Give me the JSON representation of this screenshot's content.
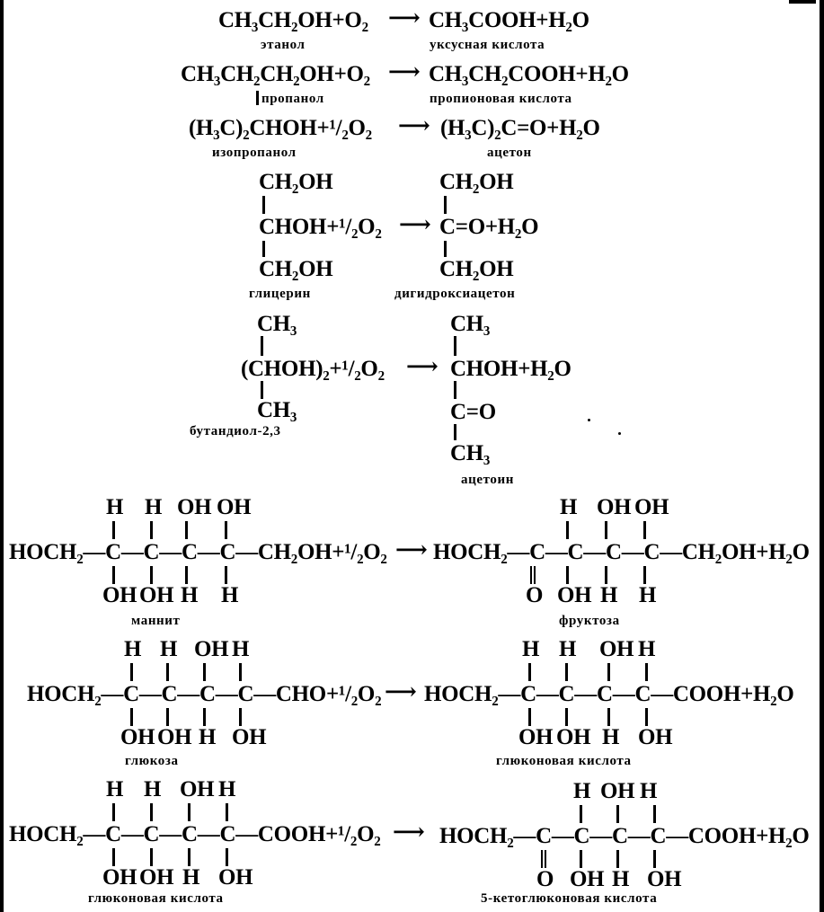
{
  "reactions": [
    {
      "lhs": "CH₃CH₂OH+O₂",
      "arrow": "⟶",
      "rhs": "CH₃COOH+H₂O",
      "lhs_name": "этанол",
      "rhs_name": "уксусная кислота"
    },
    {
      "lhs": "CH₃CH₂CH₂OH+O₂",
      "arrow": "⟶",
      "rhs": "CH₃CH₂COOH+H₂O",
      "lhs_name": "пропанол",
      "rhs_name": "пропионовая кислота"
    },
    {
      "lhs": "(H₃C)₂CHOH+¹/₂O₂",
      "arrow": "⟶",
      "rhs": "(H₃C)₂C=O+H₂O",
      "lhs_name": "изопропанол",
      "rhs_name": "ацетон"
    }
  ],
  "glycerol": {
    "top_left": "CH₂OH",
    "mid_left": "CHOH+¹/₂O₂",
    "bot_left": "CH₂OH",
    "arrow": "⟶",
    "top_right": "CH₂OH",
    "mid_right": "C=O+H₂O",
    "bot_right": "CH₂OH",
    "lhs_name": "глицерин",
    "rhs_name": "дигидроксиацетон"
  },
  "butanediol": {
    "top_left": "CH₃",
    "mid_left": "(CHOH)₂+¹/₂O₂",
    "bot_left": "CH₃",
    "arrow": "⟶",
    "r1": "CH₃",
    "r2": "CHOH+H₂O",
    "r3": "C=O",
    "r4": "CH₃",
    "lhs_name": "бутандиол-2,3",
    "rhs_name": "ацетоин"
  },
  "mannitol": {
    "lhs_chain": "HOCH₂—C—C—C—C—CH₂OH+¹/₂O₂",
    "arrow": "⟶",
    "rhs_chain": "HOCH₂—C—C—C—C—CH₂OH+H₂O",
    "lhs_top": [
      "H",
      "H",
      "OH",
      "OH"
    ],
    "lhs_bot": [
      "OH",
      "OH",
      "H",
      "H"
    ],
    "rhs_top": [
      "H",
      "OH",
      "OH"
    ],
    "rhs_bot": [
      "O",
      "OH",
      "H",
      "H"
    ],
    "lhs_name": "маннит",
    "rhs_name": "фруктоза"
  },
  "glucose": {
    "lhs_chain": "HOCH₂—C—C—C—C—CHO+¹/₂O₂",
    "arrow": "⟶",
    "rhs_chain": "HOCH₂—C—C—C—C—COOH+H₂O",
    "lhs_top": [
      "H",
      "H",
      "OH",
      "H"
    ],
    "lhs_bot": [
      "OH",
      "OH",
      "H",
      "OH"
    ],
    "rhs_top": [
      "H",
      "H",
      "OH",
      "H"
    ],
    "rhs_bot": [
      "OH",
      "OH",
      "H",
      "OH"
    ],
    "lhs_name": "глюкоза",
    "rhs_name": "глюконовая кислота"
  },
  "gluconic": {
    "lhs_chain": "HOCH₂—C—C—C—C—COOH+¹/₂O₂",
    "arrow": "⟶",
    "rhs_chain": "HOCH₂—C—C—C—C—COOH+H₂O",
    "lhs_top": [
      "H",
      "H",
      "OH",
      "H"
    ],
    "lhs_bot": [
      "OH",
      "OH",
      "H",
      "OH"
    ],
    "rhs_top": [
      "H",
      "OH",
      "H"
    ],
    "rhs_bot": [
      "O",
      "OH",
      "H",
      "OH"
    ],
    "lhs_name": "глюконовая кислота",
    "rhs_name": "5-кетоглюконовая кислота"
  }
}
